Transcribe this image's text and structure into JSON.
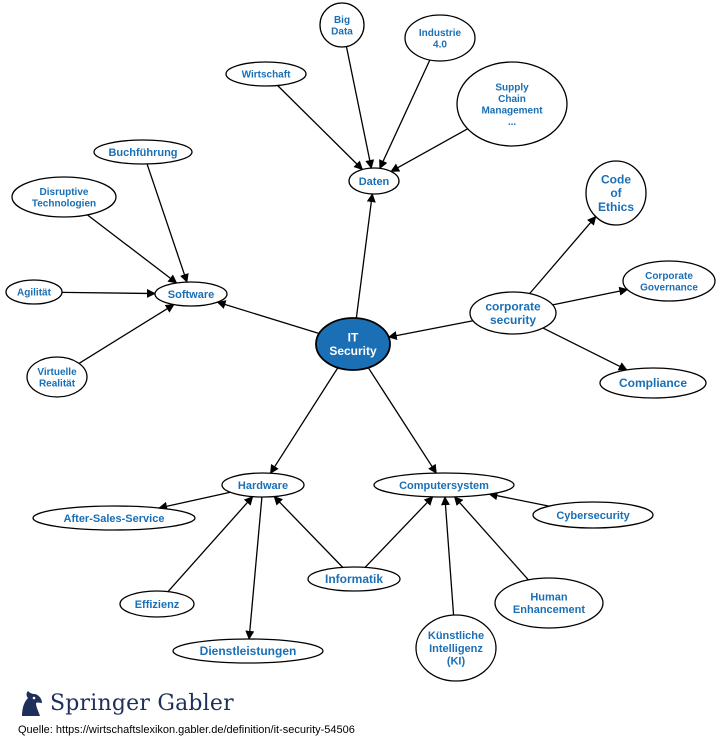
{
  "nodes": [
    {
      "id": "it-security",
      "lines": [
        "IT",
        "Security"
      ],
      "center": true
    },
    {
      "id": "daten",
      "lines": [
        "Daten"
      ]
    },
    {
      "id": "big-data",
      "lines": [
        "Big",
        "Data"
      ]
    },
    {
      "id": "industrie",
      "lines": [
        "Industrie",
        "4.0"
      ]
    },
    {
      "id": "wirtschaft",
      "lines": [
        "Wirtschaft"
      ]
    },
    {
      "id": "supply-chain",
      "lines": [
        "Supply",
        "Chain",
        "Management",
        "..."
      ]
    },
    {
      "id": "software",
      "lines": [
        "Software"
      ]
    },
    {
      "id": "buchfuehrung",
      "lines": [
        "Buchführung"
      ]
    },
    {
      "id": "disruptive",
      "lines": [
        "Disruptive",
        "Technologien"
      ]
    },
    {
      "id": "agilitaet",
      "lines": [
        "Agilität"
      ]
    },
    {
      "id": "virtuelle",
      "lines": [
        "Virtuelle",
        "Realität"
      ]
    },
    {
      "id": "corporate-security",
      "lines": [
        "corporate",
        "security"
      ]
    },
    {
      "id": "code-of-ethics",
      "lines": [
        "Code",
        "of",
        "Ethics"
      ]
    },
    {
      "id": "corporate-governance",
      "lines": [
        "Corporate",
        "Governance"
      ]
    },
    {
      "id": "compliance",
      "lines": [
        "Compliance"
      ]
    },
    {
      "id": "hardware",
      "lines": [
        "Hardware"
      ]
    },
    {
      "id": "after-sales",
      "lines": [
        "After-Sales-Service"
      ]
    },
    {
      "id": "effizienz",
      "lines": [
        "Effizienz"
      ]
    },
    {
      "id": "dienstleistungen",
      "lines": [
        "Dienstleistungen"
      ]
    },
    {
      "id": "informatik",
      "lines": [
        "Informatik"
      ]
    },
    {
      "id": "computersystem",
      "lines": [
        "Computersystem"
      ]
    },
    {
      "id": "cybersecurity",
      "lines": [
        "Cybersecurity"
      ]
    },
    {
      "id": "human-enhancement",
      "lines": [
        "Human",
        "Enhancement"
      ]
    },
    {
      "id": "ki",
      "lines": [
        "Künstliche",
        "Intelligenz",
        "(KI)"
      ]
    }
  ],
  "edges": [
    {
      "from": "it-security",
      "to": "daten"
    },
    {
      "from": "it-security",
      "to": "software"
    },
    {
      "from": "it-security",
      "to": "hardware"
    },
    {
      "from": "it-security",
      "to": "computersystem"
    },
    {
      "from": "corporate-security",
      "to": "it-security"
    },
    {
      "from": "big-data",
      "to": "daten"
    },
    {
      "from": "industrie",
      "to": "daten"
    },
    {
      "from": "wirtschaft",
      "to": "daten"
    },
    {
      "from": "supply-chain",
      "to": "daten"
    },
    {
      "from": "buchfuehrung",
      "to": "software"
    },
    {
      "from": "disruptive",
      "to": "software"
    },
    {
      "from": "agilitaet",
      "to": "software"
    },
    {
      "from": "virtuelle",
      "to": "software"
    },
    {
      "from": "corporate-security",
      "to": "code-of-ethics"
    },
    {
      "from": "corporate-security",
      "to": "corporate-governance"
    },
    {
      "from": "corporate-security",
      "to": "compliance"
    },
    {
      "from": "hardware",
      "to": "after-sales"
    },
    {
      "from": "effizienz",
      "to": "hardware"
    },
    {
      "from": "hardware",
      "to": "dienstleistungen"
    },
    {
      "from": "informatik",
      "to": "hardware"
    },
    {
      "from": "informatik",
      "to": "computersystem"
    },
    {
      "from": "cybersecurity",
      "to": "computersystem"
    },
    {
      "from": "human-enhancement",
      "to": "computersystem"
    },
    {
      "from": "ki",
      "to": "computersystem"
    }
  ],
  "colors": {
    "text": "#1a6fb5",
    "center_fill": "#1a6fb5",
    "line": "#000000",
    "node_fill": "#ffffff"
  },
  "logo": {
    "brand": "Springer",
    "brand2": "Gabler",
    "icon": "horse-head-icon"
  },
  "source": "Quelle: https://wirtschaftslexikon.gabler.de/definition/it-security-54506"
}
